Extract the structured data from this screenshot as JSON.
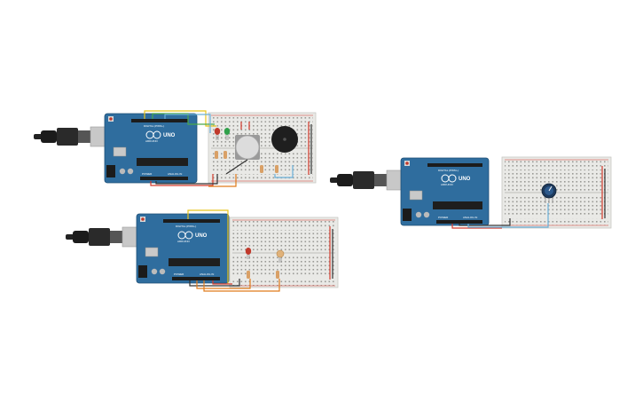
{
  "circuits": [
    {
      "id": "circuit-1",
      "board_text": {
        "brand": "ARDUINO",
        "model": "UNO",
        "digital": "DIGITAL (PWM~)",
        "analog": "ANALOG IN",
        "power": "POWER"
      },
      "components": [
        "led-red",
        "led-green",
        "resistor",
        "resistor",
        "button",
        "piezo-buzzer"
      ]
    },
    {
      "id": "circuit-2",
      "board_text": {
        "brand": "ARDUINO",
        "model": "UNO",
        "digital": "DIGITAL (PWM~)",
        "analog": "ANALOG IN",
        "power": "POWER"
      },
      "components": [
        "led-red",
        "photoresistor",
        "resistor",
        "resistor"
      ]
    },
    {
      "id": "circuit-3",
      "board_text": {
        "brand": "ARDUINO",
        "model": "UNO",
        "digital": "DIGITAL (PWM~)",
        "analog": "ANALOG IN",
        "power": "POWER"
      },
      "components": [
        "potentiometer"
      ]
    }
  ],
  "colors": {
    "board": "#2f6d9e",
    "breadboard": "#e9e9e6",
    "wire_yellow": "#e8c41b",
    "wire_blue": "#6ab0d8",
    "wire_green": "#4aa84a",
    "wire_orange": "#e07b1a",
    "wire_red": "#d33a2c",
    "wire_black": "#333333"
  }
}
